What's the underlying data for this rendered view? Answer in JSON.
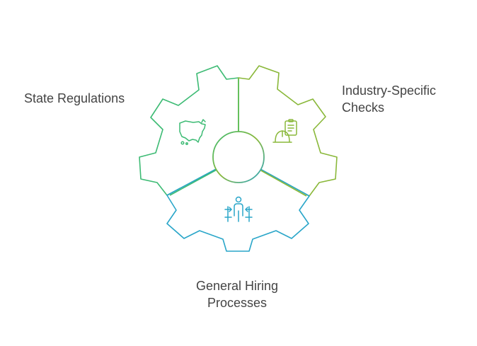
{
  "segments": [
    {
      "id": "state",
      "label": "State Regulations",
      "icon": "us-map-icon",
      "color": "#3dbb74"
    },
    {
      "id": "industry",
      "label_lines": [
        "Industry-Specific",
        "Checks"
      ],
      "icon": "hard-hat-clipboard-icon",
      "color": "#8ab83a"
    },
    {
      "id": "general",
      "label_lines": [
        "General Hiring",
        "Processes"
      ],
      "icon": "person-scanner-icon",
      "color": "#2aa6c9"
    }
  ],
  "colors": {
    "green": "#3dbb74",
    "lime": "#8ab83a",
    "blue": "#2aa6c9",
    "text": "#444444"
  }
}
